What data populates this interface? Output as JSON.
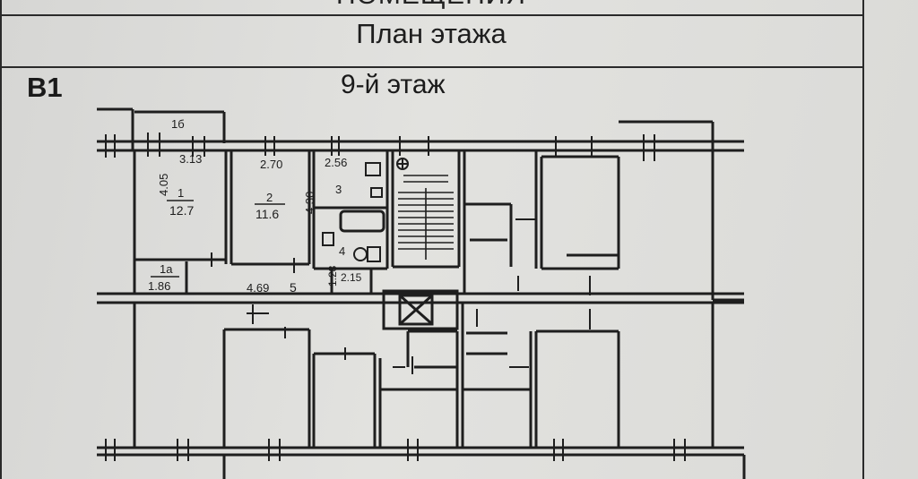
{
  "header": {
    "top_cut_text": "ПОМЕЩЕНИЯ",
    "plan_title": "План этажа",
    "section_label": "В1",
    "floor_label": "9-й этаж"
  },
  "rooms": {
    "r1b": {
      "num": "1б"
    },
    "r1": {
      "num": "1",
      "area": "12.7",
      "width": "3.13",
      "height": "4.05"
    },
    "r2": {
      "num": "2",
      "area": "11.6",
      "width": "2.70",
      "height": "4.30"
    },
    "r3": {
      "num": "3",
      "width": "2.56"
    },
    "r4": {
      "num": "4"
    },
    "r1a": {
      "num": "1a",
      "area": "1.86"
    },
    "r5": {
      "num": "5",
      "length": "4.69",
      "width": "1.28"
    },
    "d215": {
      "value": "2.15"
    }
  },
  "icons": {
    "vent": "circle-plus-icon",
    "elevator": "elevator-shaft-icon",
    "stairs": "staircase-icon"
  },
  "colors": {
    "ink": "#1d1d1d",
    "paper": "#dcdcda"
  }
}
